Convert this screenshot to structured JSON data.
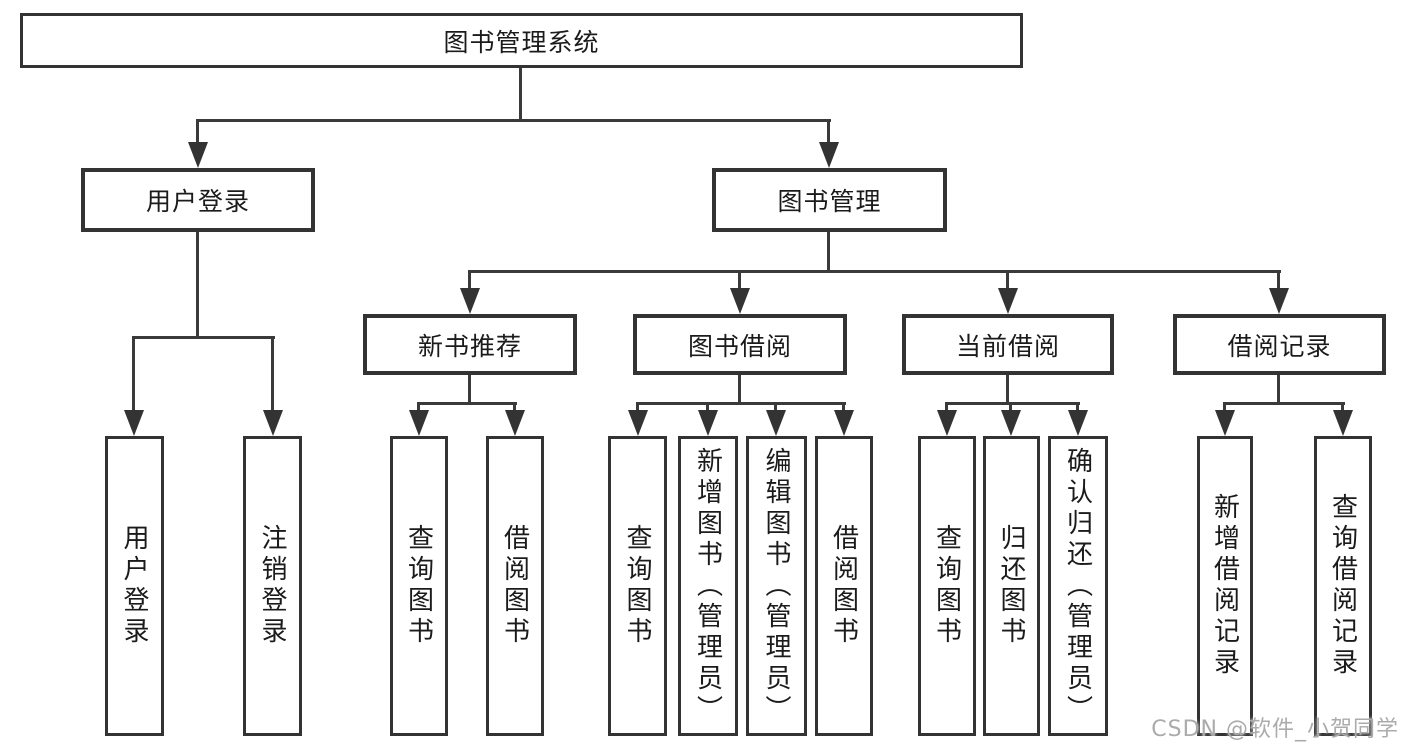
{
  "root": {
    "label": "图书管理系统"
  },
  "level2": [
    {
      "id": "user-login",
      "label": "用户登录"
    },
    {
      "id": "book-management",
      "label": "图书管理"
    }
  ],
  "level3": [
    {
      "id": "new-book-recommend",
      "label": "新书推荐"
    },
    {
      "id": "book-borrowing",
      "label": "图书借阅"
    },
    {
      "id": "current-borrowing",
      "label": "当前借阅"
    },
    {
      "id": "borrowing-records",
      "label": "借阅记录"
    }
  ],
  "leaves": {
    "user_login": [
      "用户登录",
      "注销登录"
    ],
    "new_book_recommend": [
      "查询图书",
      "借阅图书"
    ],
    "book_borrowing": [
      "查询图书",
      "新增图书（管理员）",
      "编辑图书（管理员）",
      "借阅图书"
    ],
    "current_borrowing": [
      "查询图书",
      "归还图书",
      "确认归还（管理员）"
    ],
    "borrowing_records": [
      "新增借阅记录",
      "查询借阅记录"
    ]
  },
  "watermark": "CSDN @软件_小贺同学",
  "colors": {
    "line": "#3a3a3a",
    "border": "#333333",
    "text": "#1b1b1b",
    "watermark": "#ababab",
    "box_background": "#ffffff"
  }
}
